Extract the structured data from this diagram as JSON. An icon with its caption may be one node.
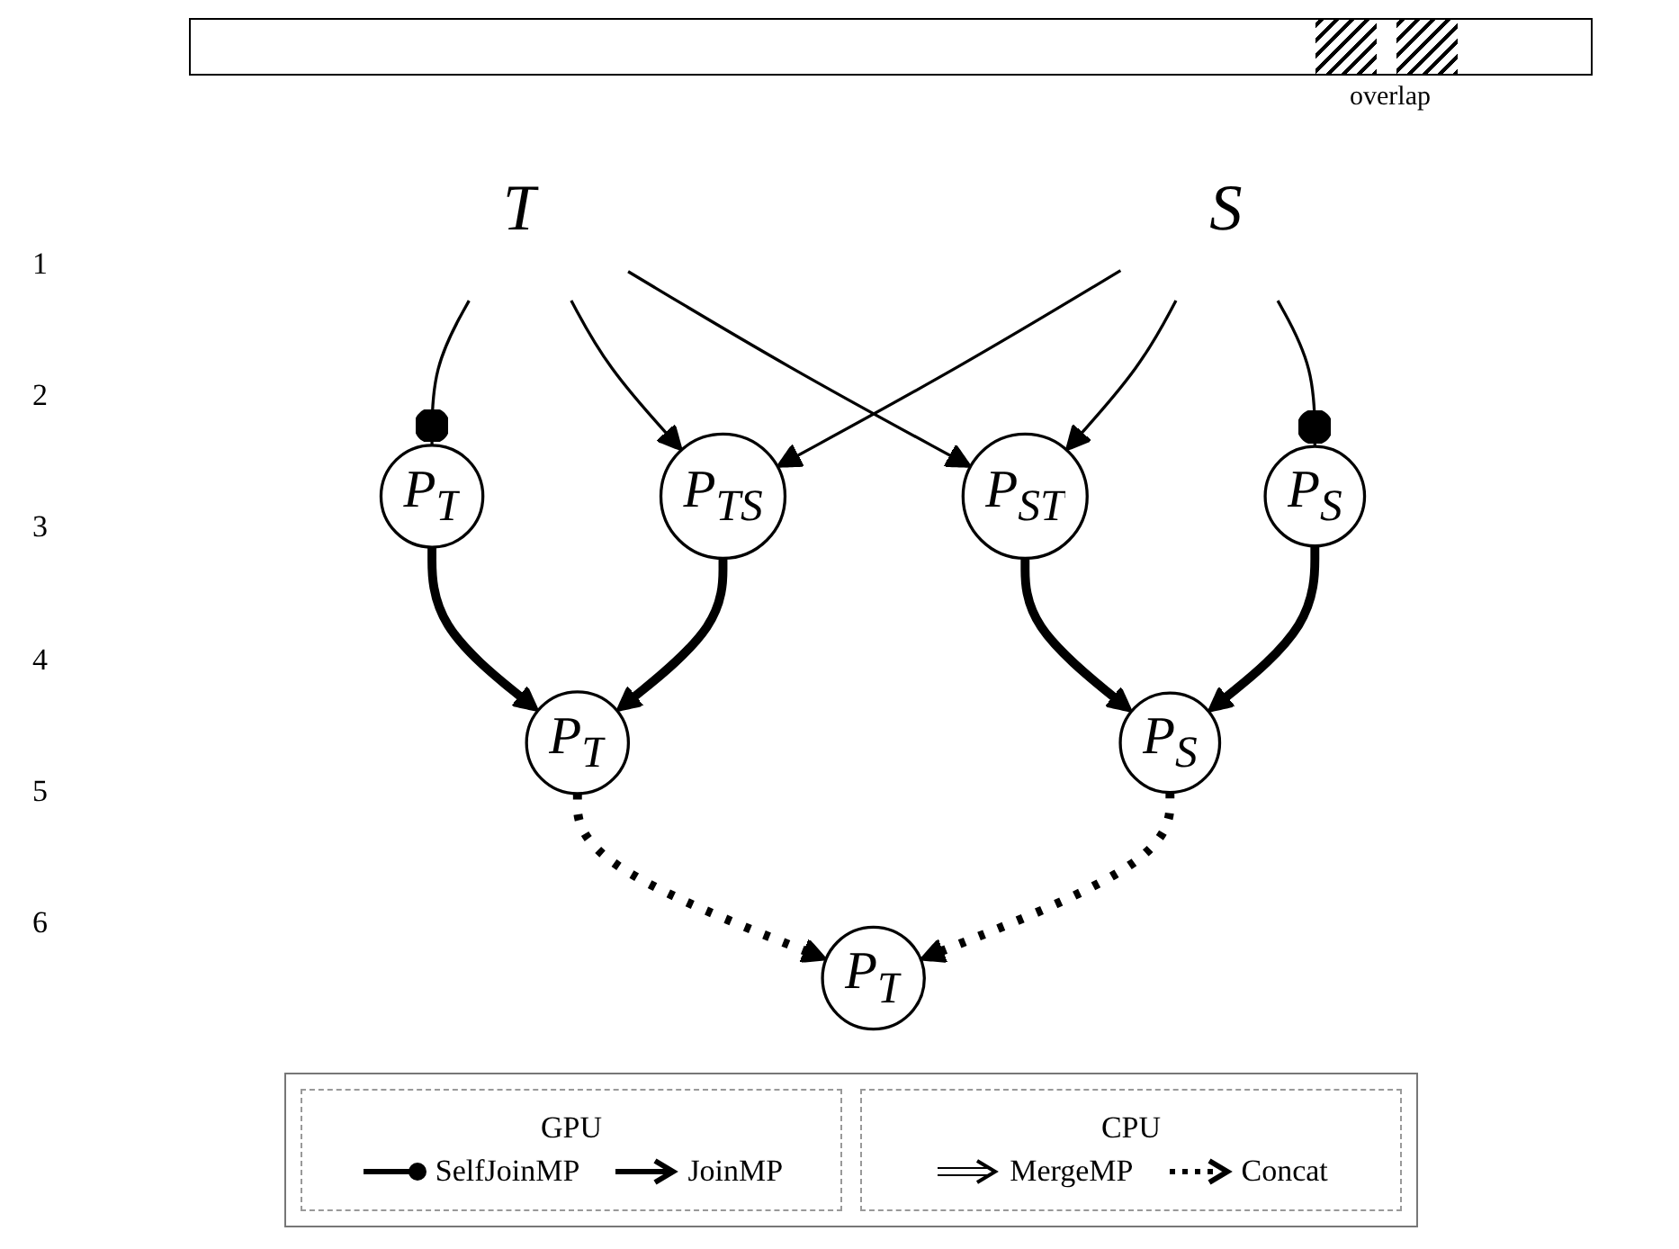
{
  "diagram": {
    "nodes": [
      {
        "text": [
          "T"
        ]
      },
      {
        "text": [
          "S"
        ]
      },
      {
        "text": [
          "P$_{T}$"
        ]
      },
      {
        "text": [
          "P$_{TS}$"
        ]
      },
      {
        "text": [
          "P$_{T}$"
        ]
      },
      {
        "text": [
          "P$_{S}$"
        ]
      },
      {
        "text": [
          "P$_{ST}$"
        ]
      },
      {
        "text": [
          "P$_{S}$"
        ]
      },
      {
        "text": [
          "P$_{T}$"
        ]
      }
    ],
    "edges": [
      {
        "from": 0,
        "to": 2,
        "arrow": "other"
      },
      {
        "from": 0,
        "to": 3,
        "arrow": "to"
      },
      {
        "from": 0,
        "to": 6,
        "arrow": "to"
      },
      {
        "from": 1,
        "to": 3,
        "arrow": "to"
      },
      {
        "from": 1,
        "to": 6,
        "arrow": "to"
      },
      {
        "from": 1,
        "to": 5,
        "arrow": "other"
      },
      {
        "from": 2,
        "to": 4,
        "arrow": "to",
        "style": "thick"
      },
      {
        "from": 3,
        "to": 4,
        "arrow": "to",
        "style": "thick"
      },
      {
        "from": 5,
        "to": 7,
        "arrow": "to",
        "style": "thick"
      },
      {
        "from": 6,
        "to": 7,
        "arrow": "to",
        "style": "thick"
      },
      {
        "from": 4,
        "to": 8,
        "arrow": "to",
        "style": "dashed"
      },
      {
        "from": 7,
        "to": 8,
        "arrow": "to",
        "style": "dashed"
      }
    ],
    "labels": [
      "overlap",
      "1",
      "2",
      "3",
      "4",
      "5",
      "6",
      "GPU",
      "CPU"
    ],
    "legend": [
      {
        "text": "SelfJoinMP"
      },
      {
        "text": "JoinMP"
      },
      {
        "text": "MergeMP"
      },
      {
        "text": "Concat"
      }
    ]
  }
}
